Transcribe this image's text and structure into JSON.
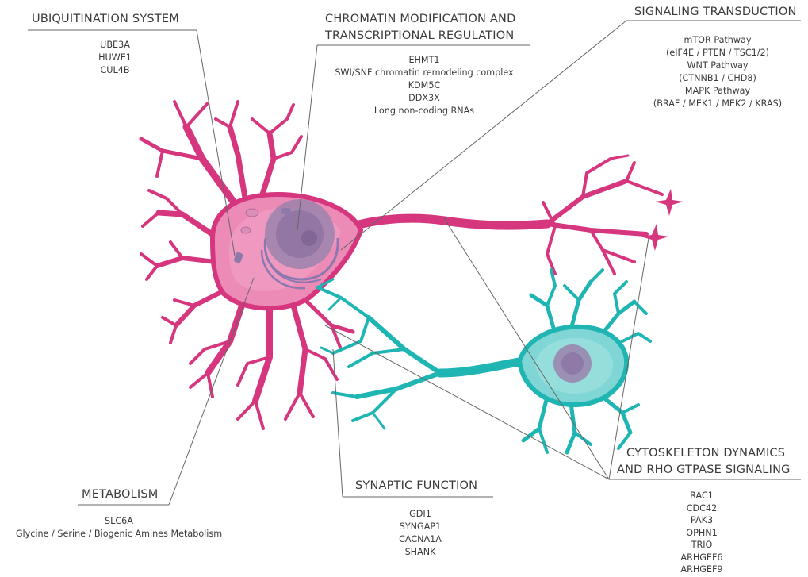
{
  "ubiquitination": {
    "title": "UBIQUITINATION SYSTEM",
    "items": [
      "UBE3A",
      "HUWE1",
      "CUL4B"
    ]
  },
  "chromatin": {
    "title_line1": "CHROMATIN MODIFICATION AND",
    "title_line2": "TRANSCRIPTIONAL REGULATION",
    "items": [
      "EHMT1",
      "SWI/SNF chromatin remodeling complex",
      "KDM5C",
      "DDX3X",
      "Long non-coding RNAs"
    ]
  },
  "signaling": {
    "title": "SIGNALING TRANSDUCTION",
    "pathways": [
      {
        "name": "mTOR Pathway",
        "genes": "(eIF4E / PTEN / TSC1/2)"
      },
      {
        "name": "WNT Pathway",
        "genes": "(CTNNB1 / CHD8)"
      },
      {
        "name": "MAPK Pathway",
        "genes": "(BRAF / MEK1 / MEK2 / KRAS)"
      }
    ]
  },
  "metabolism": {
    "title": "METABOLISM",
    "items": [
      "SLC6A",
      "Glycine / Serine / Biogenic Amines Metabolism"
    ]
  },
  "synaptic": {
    "title": "SYNAPTIC FUNCTION",
    "items": [
      "GDI1",
      "SYNGAP1",
      "CACNA1A",
      "SHANK"
    ]
  },
  "cytoskeleton": {
    "title_line1": "CYTOSKELETON DYNAMICS",
    "title_line2": "AND RHO GTPASE SIGNALING",
    "items": [
      "RAC1",
      "CDC42",
      "PAK3",
      "OPHN1",
      "TRIO",
      "ARHGEF6",
      "ARHGEF9"
    ]
  },
  "colors": {
    "pink_neuron": "#d6367e",
    "pink_body": "#ec8bb6",
    "teal_neuron": "#1fb5b3",
    "teal_body": "#7fd6d4",
    "nucleus_purple": "#9a82ad",
    "leader_line": "#666666"
  }
}
